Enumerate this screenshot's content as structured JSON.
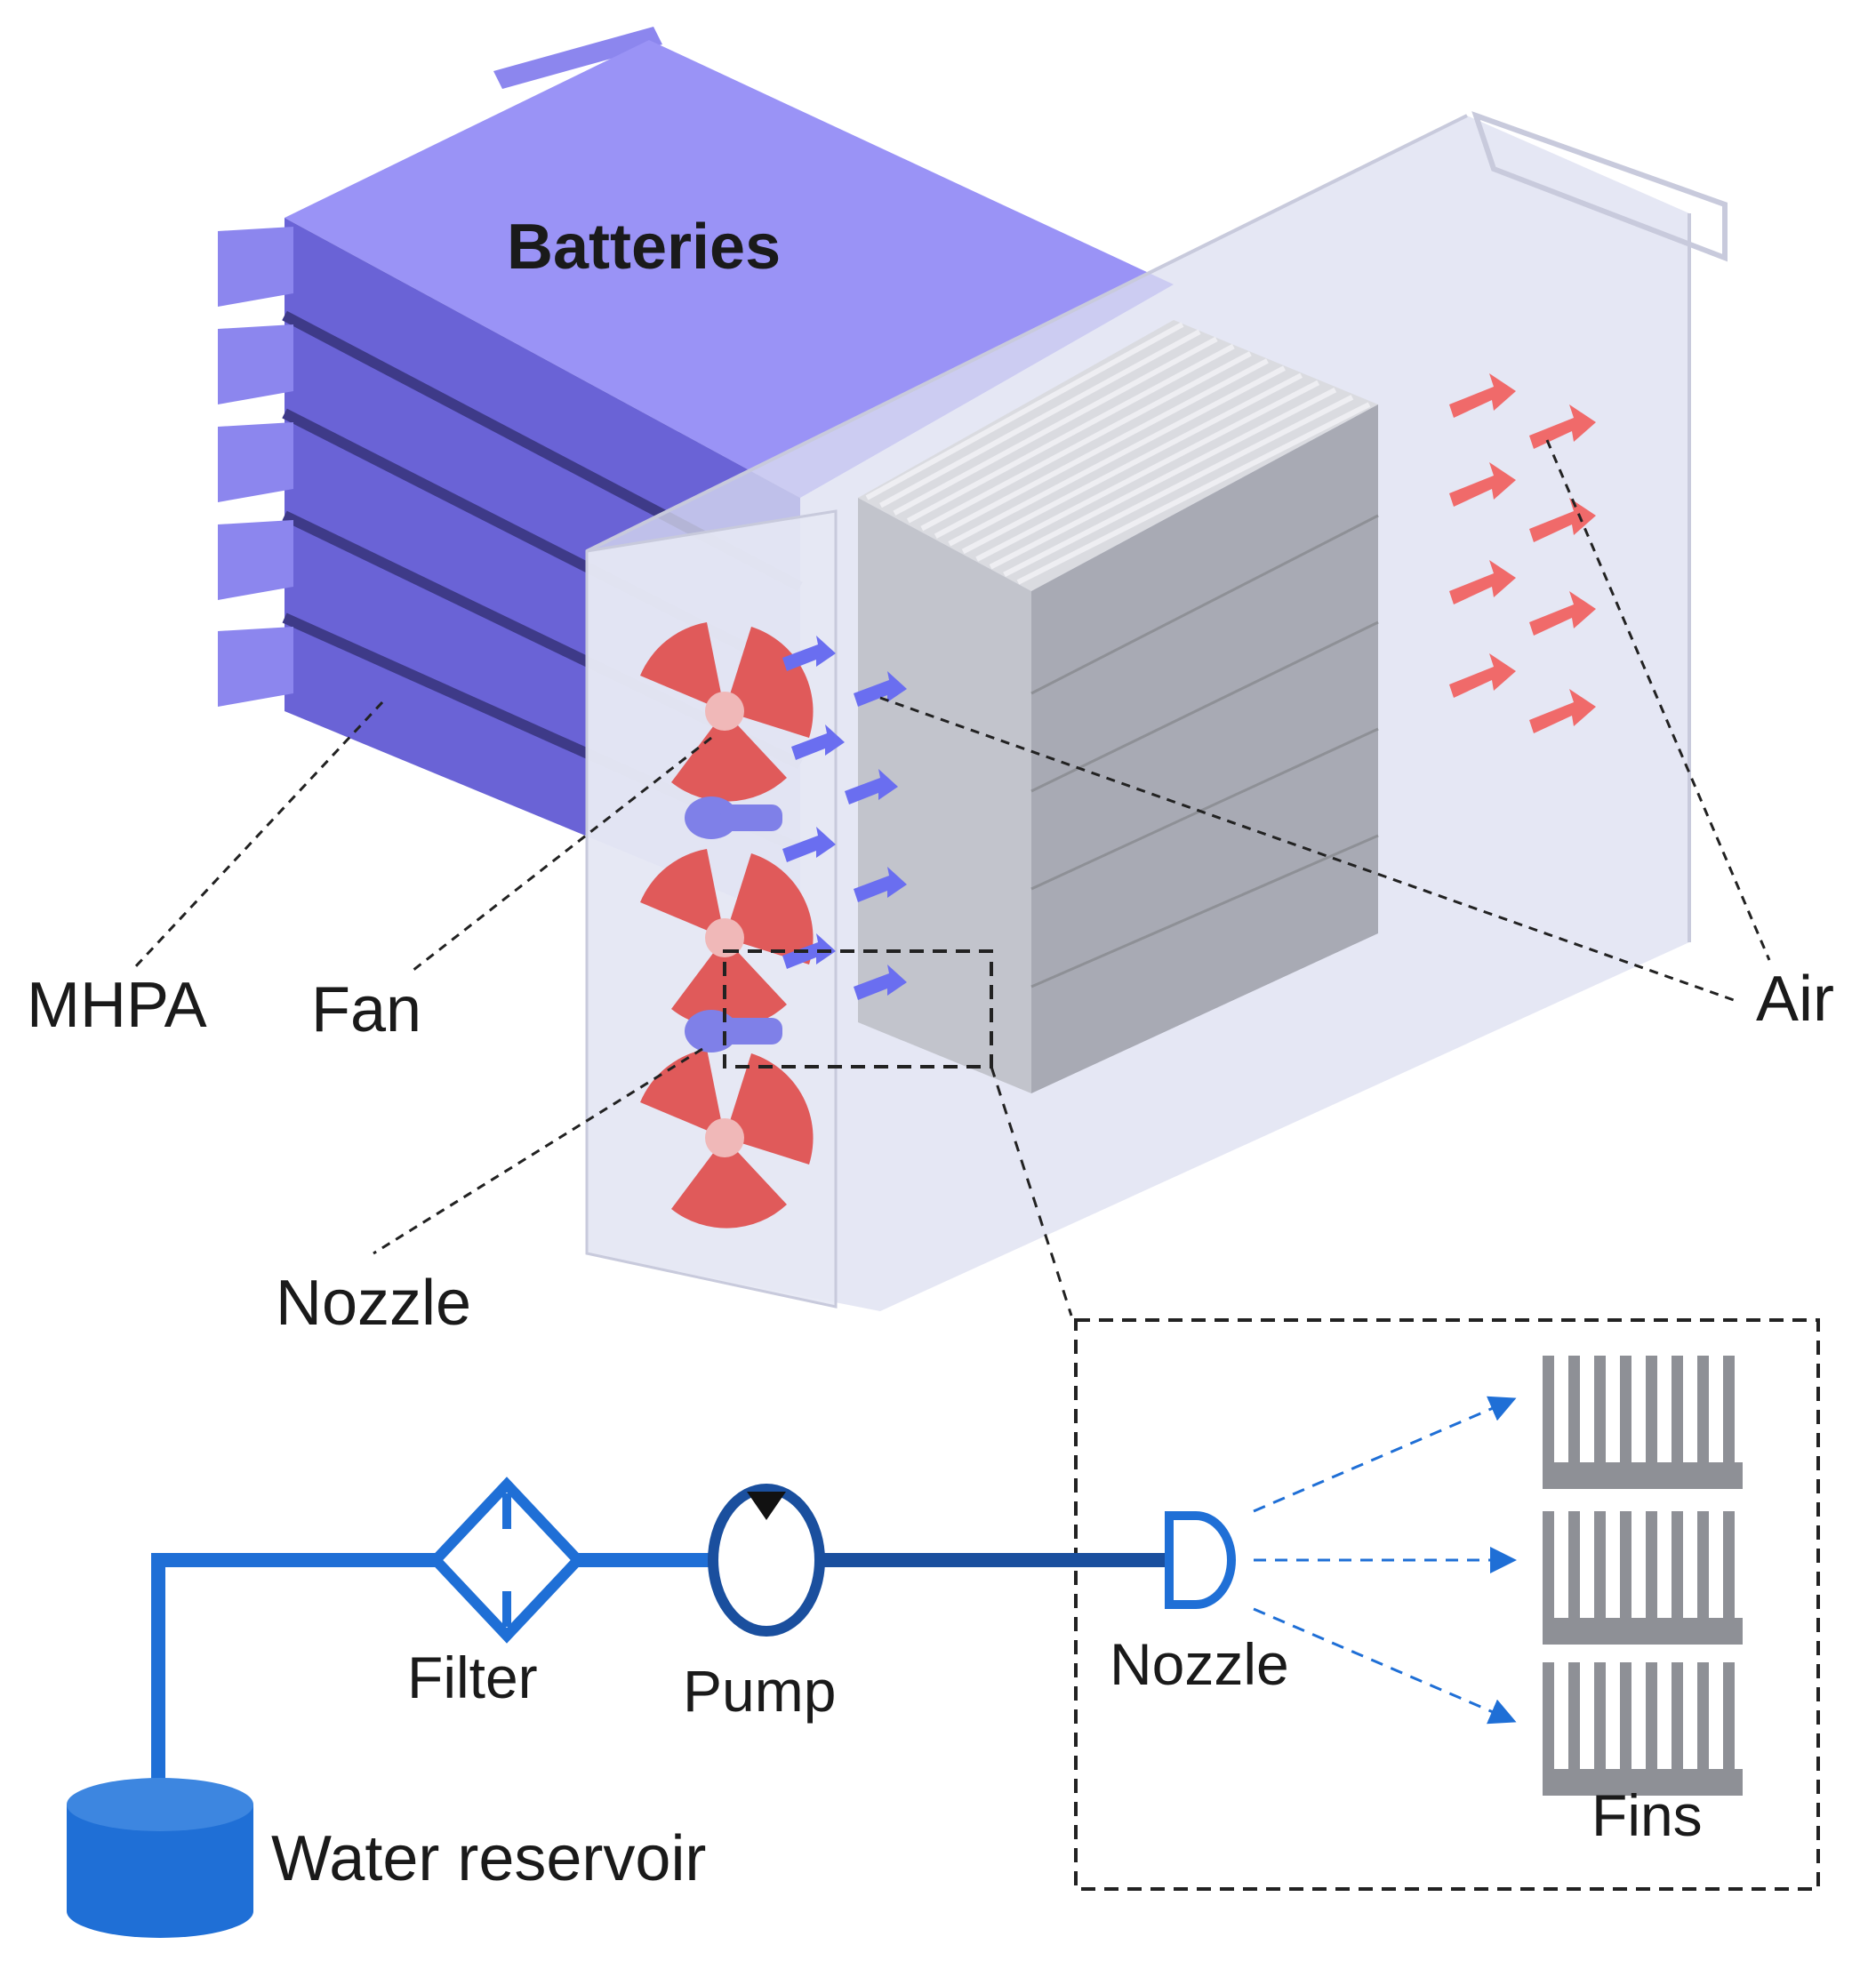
{
  "labels": {
    "batteries": "Batteries",
    "mhpa": "MHPA",
    "fan": "Fan",
    "nozzle_top": "Nozzle",
    "air": "Air",
    "filter": "Filter",
    "pump": "Pump",
    "nozzle_bottom": "Nozzle",
    "fins": "Fins",
    "water_reservoir": "Water reservoir"
  },
  "colors": {
    "battery_top": "#9a93f6",
    "battery_front": "#6a63d6",
    "battery_side": "#5a54c4",
    "battery_tab": "#8c86ee",
    "duct": "#dcdff0",
    "fins_face": "#a8aab4",
    "fins_top": "#dadbe0",
    "fan": "#e05a5a",
    "air_arrow": "#f06a6a",
    "mist_arrow": "#6a6ef0",
    "pipe": "#1f6fd6",
    "pipe_dark": "#1a4f9e",
    "fin_grey": "#8e9096"
  },
  "icons": {
    "fan": "fan-icon",
    "filter": "filter-icon",
    "pump": "pump-icon",
    "nozzle": "nozzle-icon",
    "reservoir": "water-reservoir-icon",
    "fins": "fins-icon"
  }
}
